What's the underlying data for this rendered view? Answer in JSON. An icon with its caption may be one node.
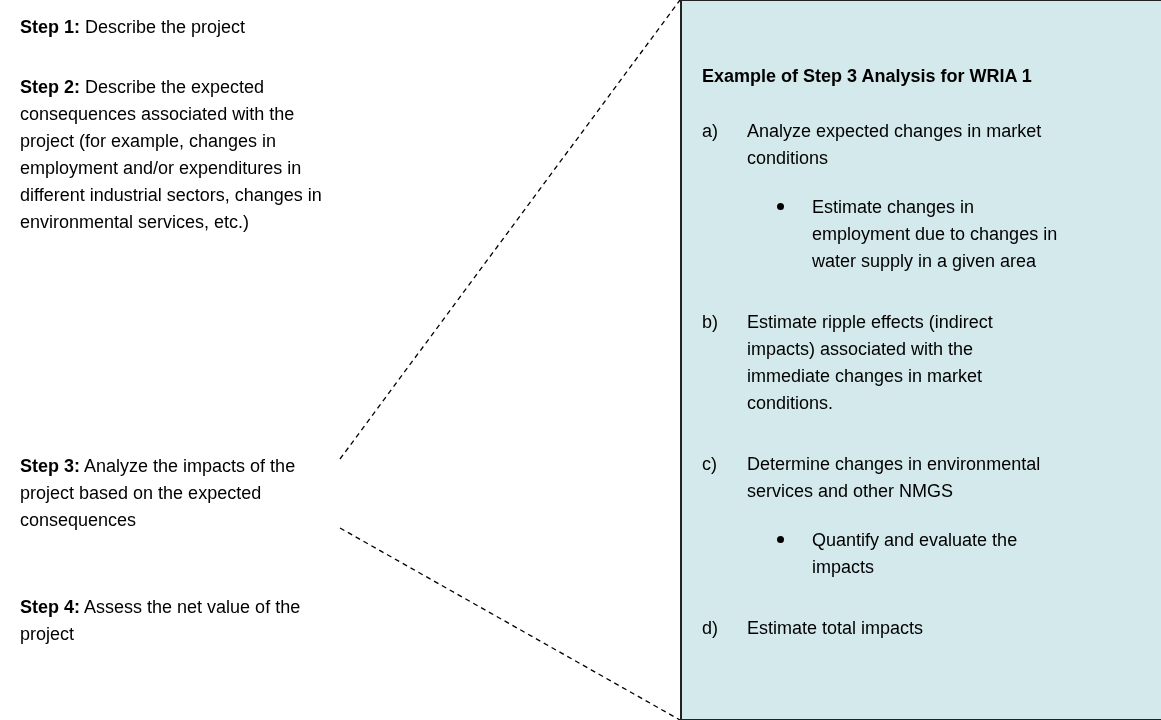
{
  "diagram": {
    "nodes": [
      {
        "text": [
          "**Step 1:** Describe the project"
        ]
      },
      {
        "text": [
          "**Step 2:** Describe the expected consequences associated with the project (for example, changes in employment and/or expenditures in different industrial sectors, changes in environmental services, etc.)"
        ]
      },
      {
        "text": [
          "**Step 3:** Analyze the impacts of the project based on the expected consequences"
        ]
      },
      {
        "text": [
          "**Step 4:** Assess the net value of the project"
        ]
      },
      {
        "text": [
          "Example of Step 3 Analysis for WRIA 1",
          "a)",
          "Analyze expected changes in market conditions",
          "Estimate changes in employment due to changes in water supply in a given area",
          "b)",
          "Estimate ripple effects (indirect impacts) associated with the immediate changes in market conditions.",
          "c)",
          "Determine changes in environmental services and other NMGS",
          "Quantify and evaluate the impacts",
          "d)",
          "Estimate total impacts"
        ]
      }
    ],
    "edges": [
      {
        "from": 2,
        "to": 4,
        "arrow": "none",
        "style": "dashed"
      },
      {
        "from": 2,
        "to": 4,
        "arrow": "none",
        "style": "dashed"
      }
    ]
  }
}
